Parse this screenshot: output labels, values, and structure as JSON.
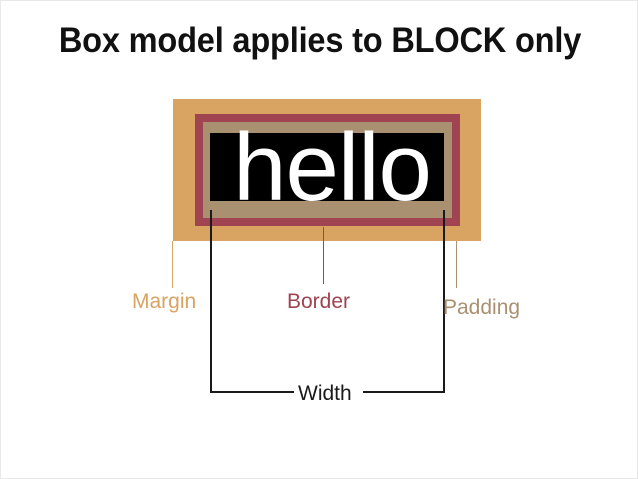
{
  "slide": {
    "title": "Box model applies to BLOCK only",
    "background_color": "#ffffff"
  },
  "diagram": {
    "content_text": "hello",
    "layers": {
      "margin": {
        "label": "Margin",
        "color": "#d9a362"
      },
      "border": {
        "label": "Border",
        "color": "#9f4450"
      },
      "padding": {
        "label": "Padding",
        "color": "#a89071"
      },
      "content": {
        "color": "#000000",
        "text_color": "#ffffff"
      }
    },
    "measure": {
      "label": "Width",
      "color": "#1a1a1a"
    }
  }
}
